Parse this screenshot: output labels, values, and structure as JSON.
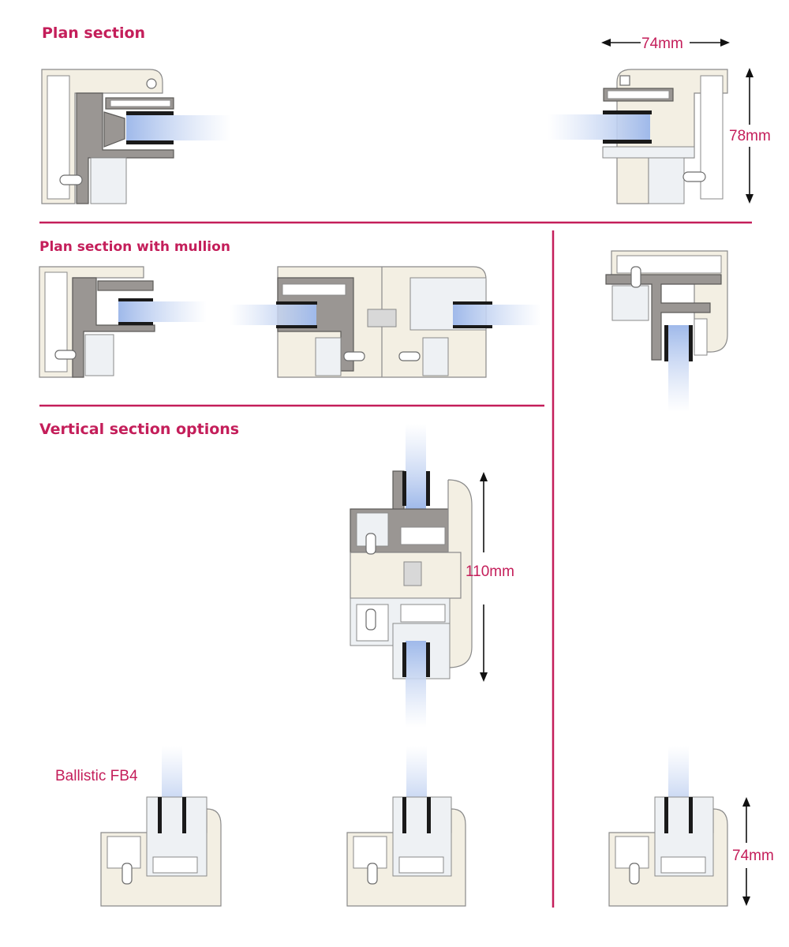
{
  "headings": {
    "plan_section": "Plan section",
    "plan_section_mullion": "Plan section with mullion",
    "vertical_section_options": "Vertical section options"
  },
  "dimensions": {
    "width_top": "74mm",
    "height_right": "78mm",
    "mullion_height": "110mm",
    "bottom_right_height": "74mm"
  },
  "labels": {
    "ballistic": "Ballistic FB4"
  },
  "colors": {
    "accent": "#c41e5a",
    "frame": "#f3efe3",
    "sash": "#9a9693",
    "glass_start": "#9fb9ea",
    "glass_end": "#ffffff"
  }
}
